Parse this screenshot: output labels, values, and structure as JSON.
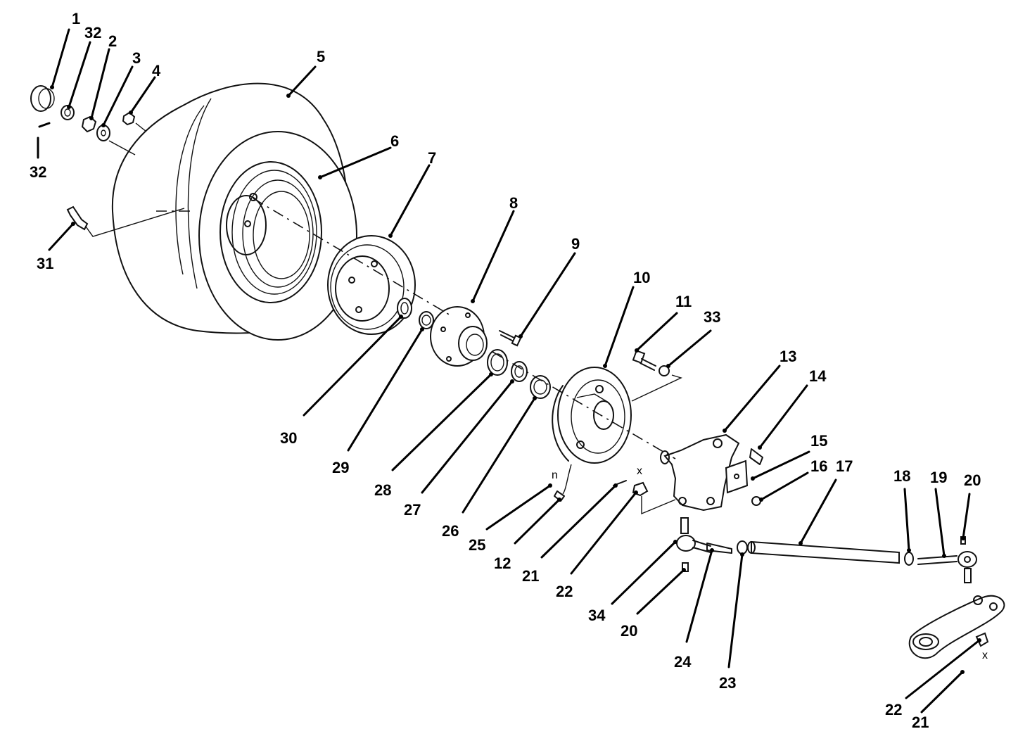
{
  "labels": [
    "1",
    "32",
    "2",
    "3",
    "4",
    "5",
    "6",
    "7",
    "8",
    "9",
    "10",
    "11",
    "33",
    "13",
    "14",
    "15",
    "16",
    "17",
    "18",
    "19",
    "20",
    "32",
    "31",
    "30",
    "29",
    "28",
    "27",
    "26",
    "25",
    "12",
    "21",
    "22",
    "34",
    "20",
    "24",
    "23",
    "22",
    "21"
  ],
  "marks": [
    "x",
    "n",
    "x"
  ]
}
